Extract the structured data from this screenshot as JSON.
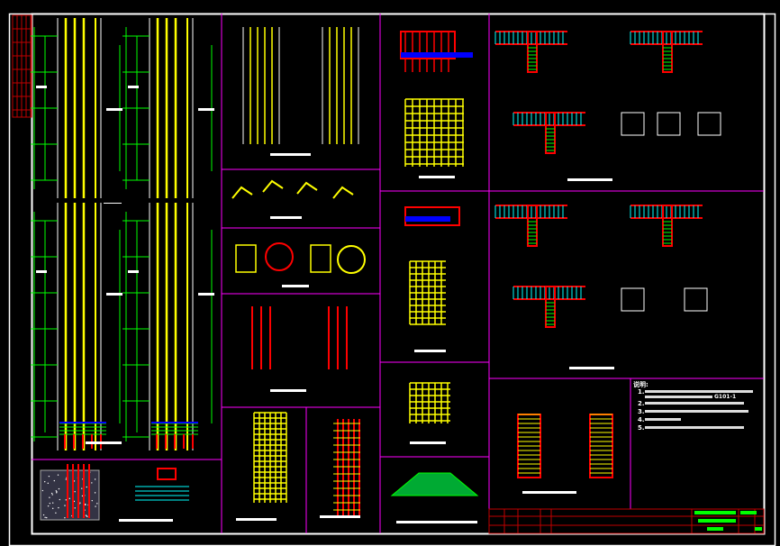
{
  "drawing": {
    "notes_header": "说明:",
    "note_numbers": [
      "1.",
      "2.",
      "3.",
      "4.",
      "5."
    ],
    "note_reference": "G101-1",
    "colors": {
      "background": "#000000",
      "frame": "#ffffff",
      "divider": "#ff00ff",
      "dimension": "#00ff00",
      "rebar_main": "#ffff00",
      "rebar_red": "#ff0000",
      "rebar_blue": "#0000ff",
      "title_block": "#c00000",
      "cyan": "#00ffff"
    }
  }
}
